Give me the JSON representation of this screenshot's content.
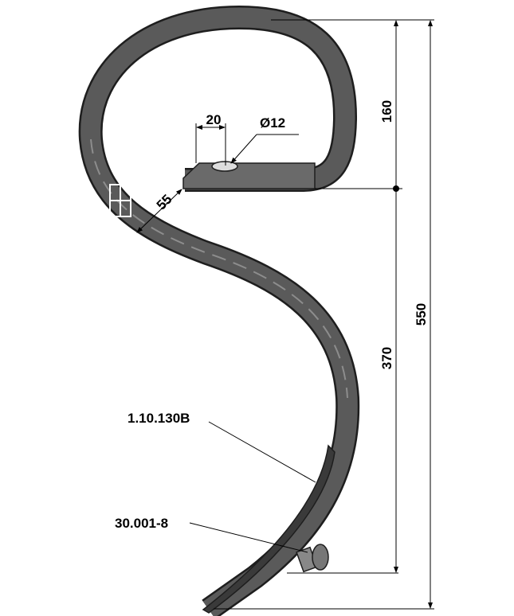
{
  "drawing": {
    "dimensions": {
      "loop_height": "160",
      "lower_height": "370",
      "total_height": "550",
      "hole_offset": "20",
      "hole_diameter": "Ø12",
      "width": "55"
    },
    "part_labels": {
      "share": "1.10.130B",
      "bolt": "30.001-8"
    },
    "colors": {
      "steel": "#5a5a5a",
      "steel_edge": "#2a2a2a",
      "highlight": "#9a9a9a"
    }
  }
}
